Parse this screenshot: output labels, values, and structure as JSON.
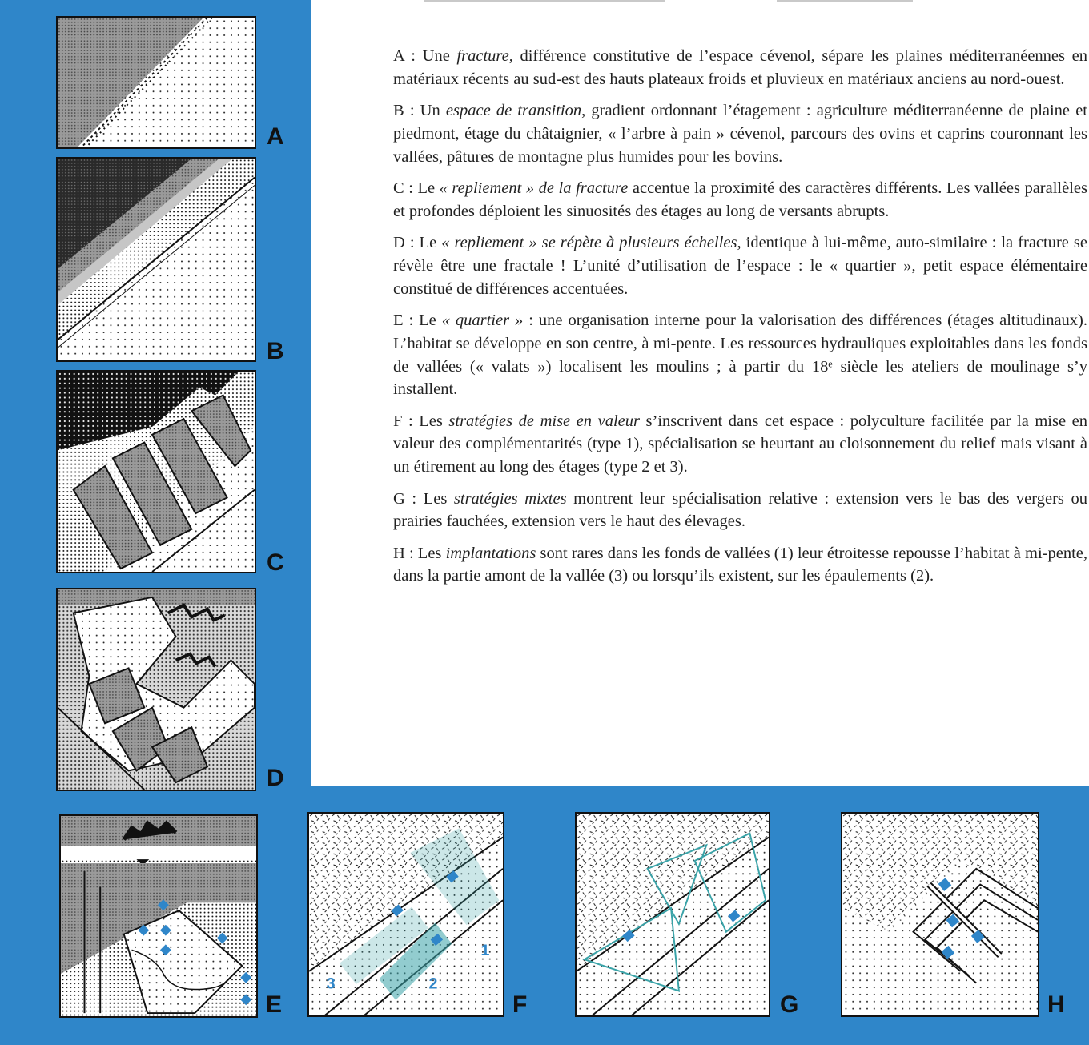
{
  "colors": {
    "blue_background": "#2f86c9",
    "panel_ink": "#111111",
    "teal_overlay": "#3aa3a8"
  },
  "panels": [
    {
      "letter": "A"
    },
    {
      "letter": "B"
    },
    {
      "letter": "C"
    },
    {
      "letter": "D"
    },
    {
      "letter": "E"
    },
    {
      "letter": "F"
    },
    {
      "letter": "G"
    },
    {
      "letter": "H"
    }
  ],
  "panel_f_labels": [
    "1",
    "2",
    "3"
  ],
  "paragraphs": [
    {
      "prefix": "A : Une ",
      "em": "fracture",
      "rest": ", différence constitutive de l’espace cévenol, sépare les plaines méditerranéennes en matériaux récents au sud-est des hauts plateaux froids et pluvieux en matériaux anciens au nord-ouest."
    },
    {
      "prefix": "B : Un ",
      "em": "espace de transition",
      "rest": ", gradient ordonnant l’étagement : agriculture méditerranéenne de plaine et piedmont, étage du châtaignier, « l’arbre à pain » cévenol, parcours des ovins et caprins couronnant les vallées, pâtures de montagne plus humides pour les bovins."
    },
    {
      "prefix": "C : Le ",
      "em": "« repliement » de la fracture",
      "rest": " accentue la proximité des caractères différents. Les vallées parallèles et profondes déploient les sinuosités des étages au long de versants abrupts."
    },
    {
      "prefix": "D : Le ",
      "em": "« repliement » se répète à plusieurs échelles",
      "rest": ", identique à lui-même, auto-similaire : la fracture se révèle être une fractale ! L’unité d’utilisation de l’espace : le « quartier », petit espace élémentaire constitué de différences accentuées."
    },
    {
      "prefix": "E : Le ",
      "em": "« quartier »",
      "rest": " : une organisation interne pour la valorisation des différences (étages altitudinaux). L’habitat se développe en son centre, à mi-pente. Les ressources hydrauliques exploitables dans les fonds de vallées (« valats ») localisent les moulins ; à partir du 18ᵉ siècle les ateliers de moulinage s’y installent."
    },
    {
      "prefix": "F : Les ",
      "em": "stratégies de mise en valeur",
      "rest": " s’inscrivent dans cet espace : polyculture facilitée par la mise en valeur des complémentarités (type 1), spécialisation se heurtant au cloisonnement du relief mais visant à un étirement au long des étages (type 2 et 3)."
    },
    {
      "prefix": "G : Les ",
      "em": "stratégies mixtes",
      "rest": " montrent leur spécialisation relative : extension vers le bas des vergers ou prairies fauchées, extension vers le haut des élevages."
    },
    {
      "prefix": "H : Les ",
      "em": "implantations",
      "rest": " sont rares dans les fonds de vallées (1) leur étroitesse repousse l’habitat à mi-pente, dans la partie amont de la vallée (3) ou lorsqu’ils existent, sur les épaulements (2)."
    }
  ]
}
